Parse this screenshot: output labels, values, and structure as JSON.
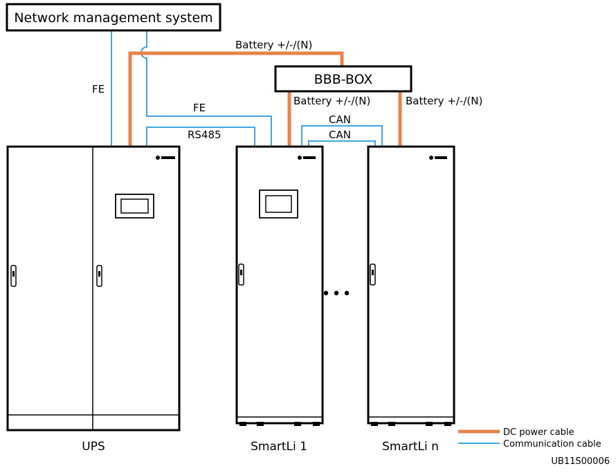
{
  "nms": {
    "label": "Network management system"
  },
  "bbb_box": {
    "label": "BBB-BOX"
  },
  "cables": {
    "fe_ups": "FE",
    "fe_smartli": "FE",
    "rs485": "RS485",
    "battery_ups_bbb": "Battery +/-/(N)",
    "battery_bbb_smartli1": "Battery +/-/(N)",
    "battery_bbb_smartlin": "Battery +/-/(N)",
    "can_top": "CAN",
    "can_bottom": "CAN"
  },
  "cabinets": {
    "ups": "UPS",
    "smartli_1": "SmartLi 1",
    "smartli_n": "SmartLi n"
  },
  "ellipsis": "•••",
  "legend": {
    "dc_power": "DC power cable",
    "communication": "Communication cable"
  },
  "figure_id": "UB11S00006",
  "colors": {
    "power_cable": "#E8834A",
    "comm_cable": "#3EA6DC",
    "outline": "#000000"
  }
}
